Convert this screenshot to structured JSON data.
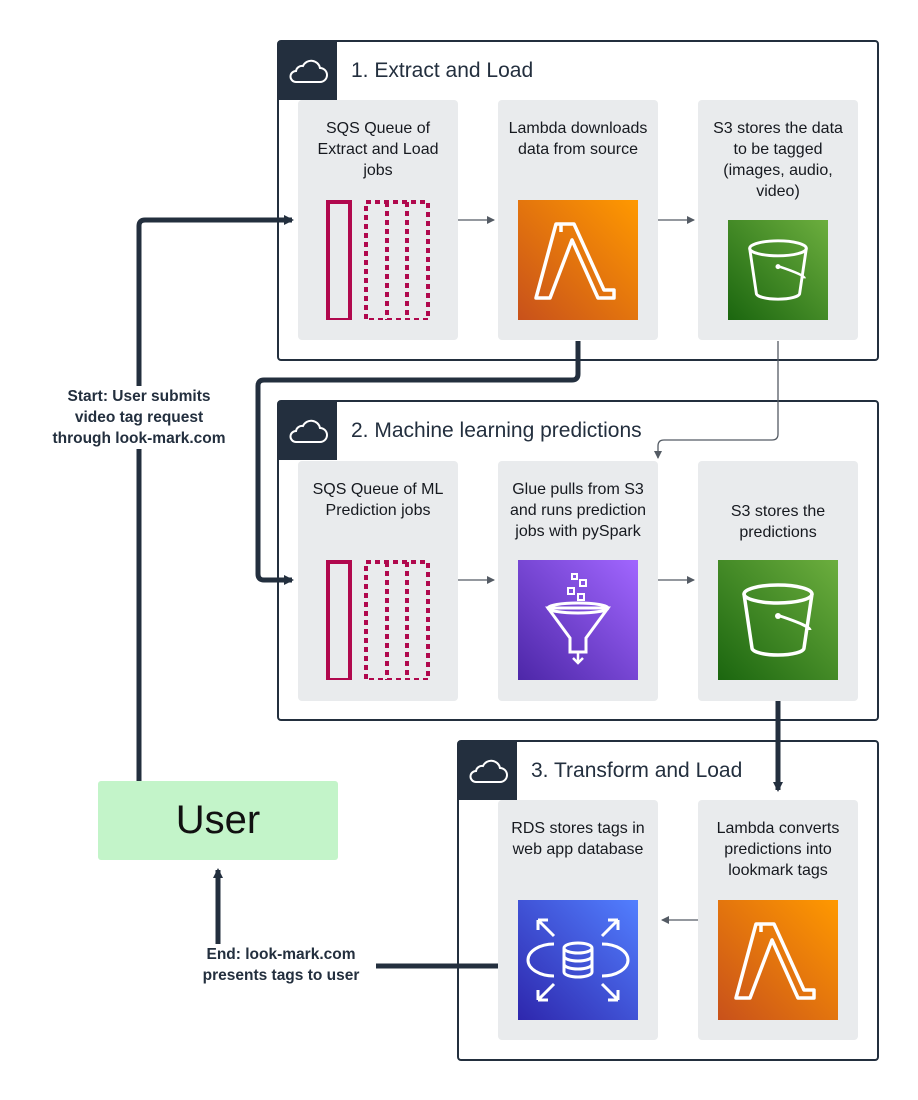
{
  "groups": [
    {
      "title": "1. Extract and Load",
      "icon": "cloud-icon"
    },
    {
      "title": "2. Machine learning predictions",
      "icon": "cloud-icon"
    },
    {
      "title": "3. Transform and Load",
      "icon": "cloud-icon"
    }
  ],
  "cards": {
    "sqs_extract": "SQS Queue of\nExtract and Load\njobs",
    "lambda_download": "Lambda downloads\ndata from source",
    "s3_data": "S3 stores the data\nto be tagged\n(images, audio,\nvideo)",
    "sqs_ml": "SQS Queue of ML\nPrediction jobs",
    "glue": "Glue pulls from S3\nand runs prediction\njobs with pySpark",
    "s3_predictions": "S3 stores the\npredictions",
    "rds": "RDS stores tags in\nweb app database",
    "lambda_convert": "Lambda converts\npredictions into\nlookmark tags"
  },
  "user": {
    "label": "User"
  },
  "notes": {
    "start": "Start: User submits\nvideo tag request\nthrough look-mark.com",
    "end": "End: look-mark.com\npresents tags to user"
  },
  "colors": {
    "border": "#232f3e",
    "card": "#e9ebed",
    "sqs": "#b0084d",
    "lambda_start": "#c8511b",
    "lambda_end": "#ff9900",
    "s3_start": "#1b660f",
    "s3_end": "#6cae3e",
    "glue_start": "#4d27a8",
    "glue_end": "#a166ff",
    "rds_start": "#2e27ad",
    "rds_end": "#527fff",
    "user_box": "#c3f4c9"
  }
}
